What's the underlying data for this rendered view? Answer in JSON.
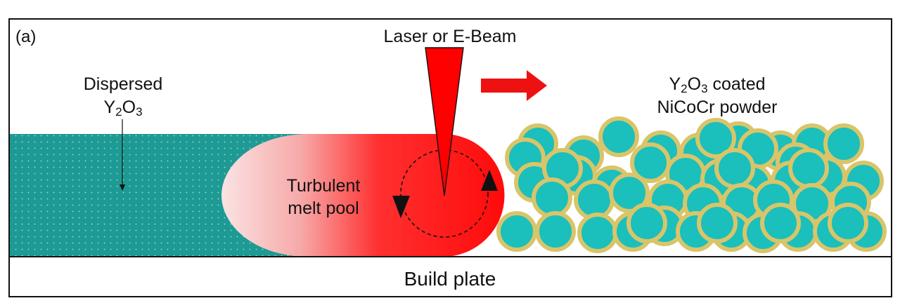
{
  "figure": {
    "panel_label": "(a)",
    "beam_label": "Laser or E-Beam",
    "dispersed_label": {
      "line1": "Dispersed",
      "formula_y": "Y",
      "sub_y": "2",
      "formula_o": "O",
      "sub_o": "3"
    },
    "coated_powder_label": {
      "formula_y": "Y",
      "sub_y": "2",
      "formula_o": "O",
      "sub_o": "3",
      "after_formula": "coated",
      "line2": "NiCoCr powder"
    },
    "melt_pool_label": {
      "line1": "Turbulent",
      "line2": "melt pool"
    },
    "build_plate_label": "Build plate"
  },
  "colors": {
    "composite": "#1e9a94",
    "composite_dot": "#a8dcd8",
    "melt_pool": "#ff0a0a",
    "melt_pool_fade": "#fbe3e3",
    "beam": "#ff0000",
    "powder_core": "#1bbfbb",
    "powder_shell": "#d8c56a",
    "outline": "#111111"
  }
}
